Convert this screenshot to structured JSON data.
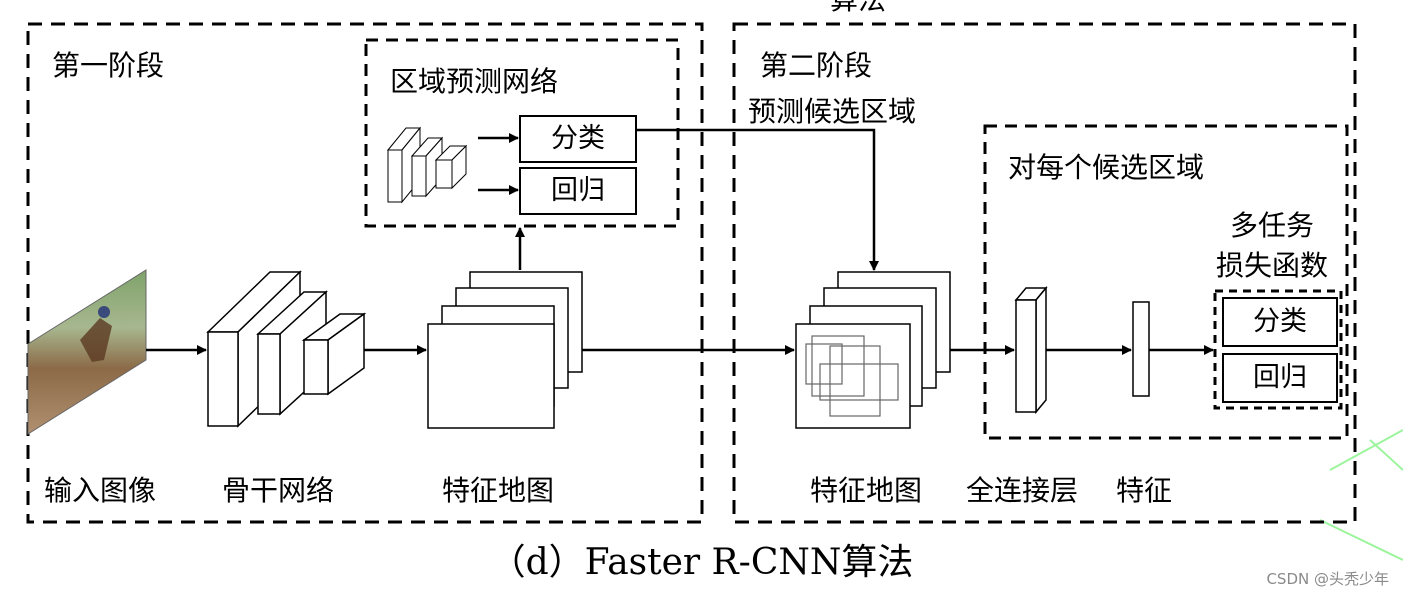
{
  "top_caption_partial": "算法",
  "stage1": {
    "title": "第一阶段",
    "rpn": {
      "title": "区域预测网络",
      "outputs": [
        "分类",
        "回归"
      ]
    },
    "labels": {
      "input": "输入图像",
      "backbone": "骨干网络",
      "featuremap": "特征地图"
    }
  },
  "stage2": {
    "title": "第二阶段",
    "proposals": "预测候选区域",
    "per_region": {
      "title": "对每个候选区域",
      "loss_title_line1": "多任务",
      "loss_title_line2": "损失函数",
      "outputs": [
        "分类",
        "回归"
      ]
    },
    "labels": {
      "featuremap": "特征地图",
      "fc": "全连接层",
      "feature": "特征"
    }
  },
  "caption": "（d）Faster R-CNN算法",
  "watermark": "CSDN @头秃少年",
  "colors": {
    "line": "#000000",
    "watermark_lines": "#9cf59c",
    "image_sky": "#9ab38a",
    "image_ground": "#8a6a4a"
  }
}
